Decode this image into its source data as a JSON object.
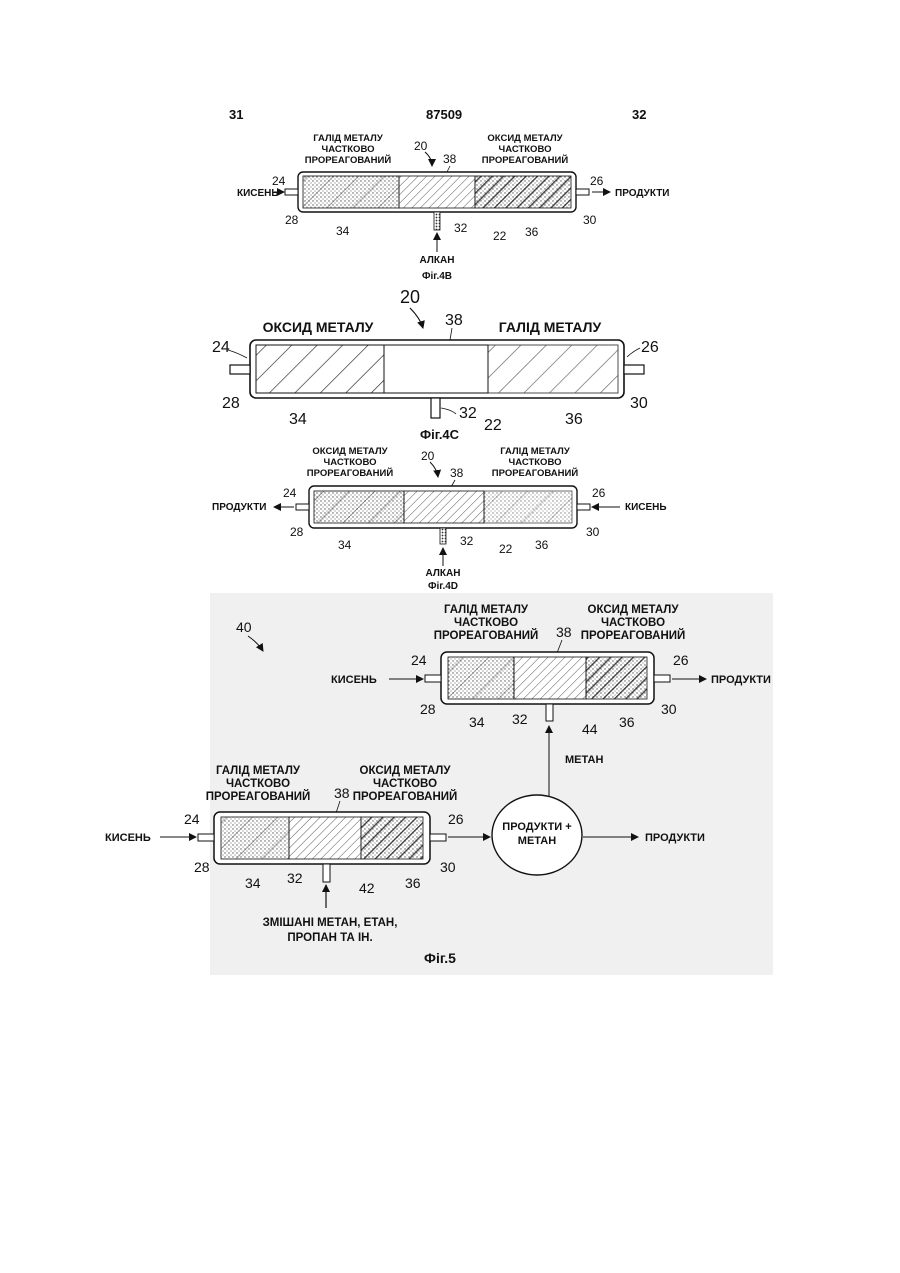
{
  "header": {
    "page_left": "31",
    "patent_number": "87509",
    "page_right": "32"
  },
  "fig4b": {
    "caption": "Фіг.4В",
    "label_left": [
      "ГАЛІД МЕТАЛУ",
      "ЧАСТКОВО",
      "ПРОРЕАГОВАНИЙ"
    ],
    "label_right": [
      "ОКСИД МЕТАЛУ",
      "ЧАСТКОВО",
      "ПРОРЕАГОВАНИЙ"
    ],
    "inlet_left": "КИСЕНЬ",
    "outlet_right": "ПРОДУКТИ",
    "inlet_bottom": "АЛКАН",
    "refs": {
      "reactor": "20",
      "end_left": "24",
      "end_right": "26",
      "pipe_left": "28",
      "pipe_right": "30",
      "side_port": "32",
      "zone_left": "34",
      "zone_mid": "38",
      "wall": "22",
      "zone_right": "36"
    }
  },
  "fig4c": {
    "caption": "Фіг.4С",
    "label_left": "ОКСИД МЕТАЛУ",
    "label_right": "ГАЛІД МЕТАЛУ",
    "refs": {
      "reactor": "20",
      "end_left": "24",
      "end_right": "26",
      "pipe_left": "28",
      "pipe_right": "30",
      "side_port": "32",
      "zone_left": "34",
      "zone_mid": "38",
      "wall": "22",
      "zone_right": "36"
    }
  },
  "fig4d": {
    "caption": "Фіг.4D",
    "label_left": [
      "ОКСИД МЕТАЛУ",
      "ЧАСТКОВО",
      "ПРОРЕАГОВАНИЙ"
    ],
    "label_right": [
      "ГАЛІД МЕТАЛУ",
      "ЧАСТКОВО",
      "ПРОРЕАГОВАНИЙ"
    ],
    "outlet_left": "ПРОДУКТИ",
    "inlet_right": "КИСЕНЬ",
    "inlet_bottom": "АЛКАН",
    "refs": {
      "reactor": "20",
      "end_left": "24",
      "end_right": "26",
      "pipe_left": "28",
      "pipe_right": "30",
      "side_port": "32",
      "zone_left": "34",
      "zone_mid": "38",
      "wall": "22",
      "zone_right": "36"
    }
  },
  "fig5": {
    "caption": "Фіг.5",
    "system_ref": "40",
    "upper": {
      "label_left": [
        "ГАЛІД МЕТАЛУ",
        "ЧАСТКОВО",
        "ПРОРЕАГОВАНИЙ"
      ],
      "label_right": [
        "ОКСИД МЕТАЛУ",
        "ЧАСТКОВО",
        "ПРОРЕАГОВАНИЙ"
      ],
      "inlet_left": "КИСЕНЬ",
      "outlet_right": "ПРОДУКТИ",
      "inlet_bottom": "МЕТАН",
      "refs": {
        "end_left": "24",
        "end_right": "26",
        "pipe_left": "28",
        "pipe_right": "30",
        "side_port": "32",
        "zone_left": "34",
        "zone_mid": "38",
        "reactor": "44",
        "zone_right": "36"
      }
    },
    "lower": {
      "label_left": [
        "ГАЛІД МЕТАЛУ",
        "ЧАСТКОВО",
        "ПРОРЕАГОВАНИЙ"
      ],
      "label_right": [
        "ОКСИД МЕТАЛУ",
        "ЧАСТКОВО",
        "ПРОРЕАГОВАНИЙ"
      ],
      "inlet_left": "КИСЕНЬ",
      "inlet_bottom": [
        "ЗМІШАНІ МЕТАН, ЕТАН,",
        "ПРОПАН ТА ІН."
      ],
      "refs": {
        "end_left": "24",
        "end_right": "26",
        "pipe_left": "28",
        "pipe_right": "30",
        "side_port": "32",
        "zone_left": "34",
        "zone_mid": "38",
        "reactor": "42",
        "zone_right": "36"
      }
    },
    "separator": [
      "ПРОДУКТИ +",
      "МЕТАН"
    ],
    "separator_out": "ПРОДУКТИ"
  }
}
